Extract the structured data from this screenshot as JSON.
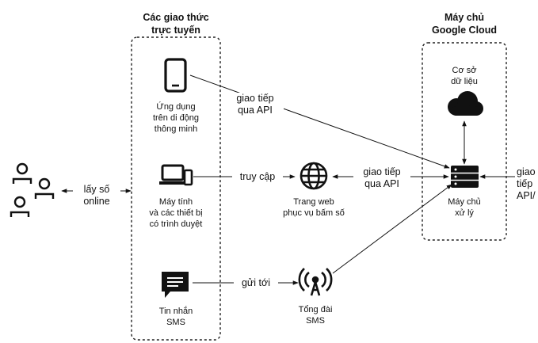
{
  "groups": {
    "protocols": {
      "title": "Các giao thức\ntrực tuyến"
    },
    "server": {
      "title": "Máy chủ\nGoogle Cloud"
    }
  },
  "nodes": {
    "users": {
      "icon": "users-icon"
    },
    "smartphone": {
      "label": "Ứng dụng\ntrên di động\nthông minh",
      "icon": "smartphone-icon"
    },
    "computer": {
      "label": "Máy tính\nvà các thiết bị\ncó trình duyệt",
      "icon": "computer-icon"
    },
    "sms": {
      "label": "Tin nhắn\nSMS",
      "icon": "message-icon"
    },
    "website": {
      "label": "Trang web\nphục vụ bấm số",
      "icon": "globe-icon"
    },
    "sms_gateway": {
      "label": "Tổng đài\nSMS",
      "icon": "antenna-icon"
    },
    "database": {
      "label": "Cơ sở\ndữ liệu",
      "icon": "cloud-icon"
    },
    "server": {
      "label": "Máy chủ\nxử lý",
      "icon": "server-icon"
    }
  },
  "edges": {
    "online": "lấy số\nonline",
    "api_phone": "giao tiếp\nqua API",
    "access": "truy cập",
    "api_web": "giao tiếp\nqua API",
    "send_to": "gửi tới",
    "api_external": "giao tiếp\nAPI/"
  }
}
